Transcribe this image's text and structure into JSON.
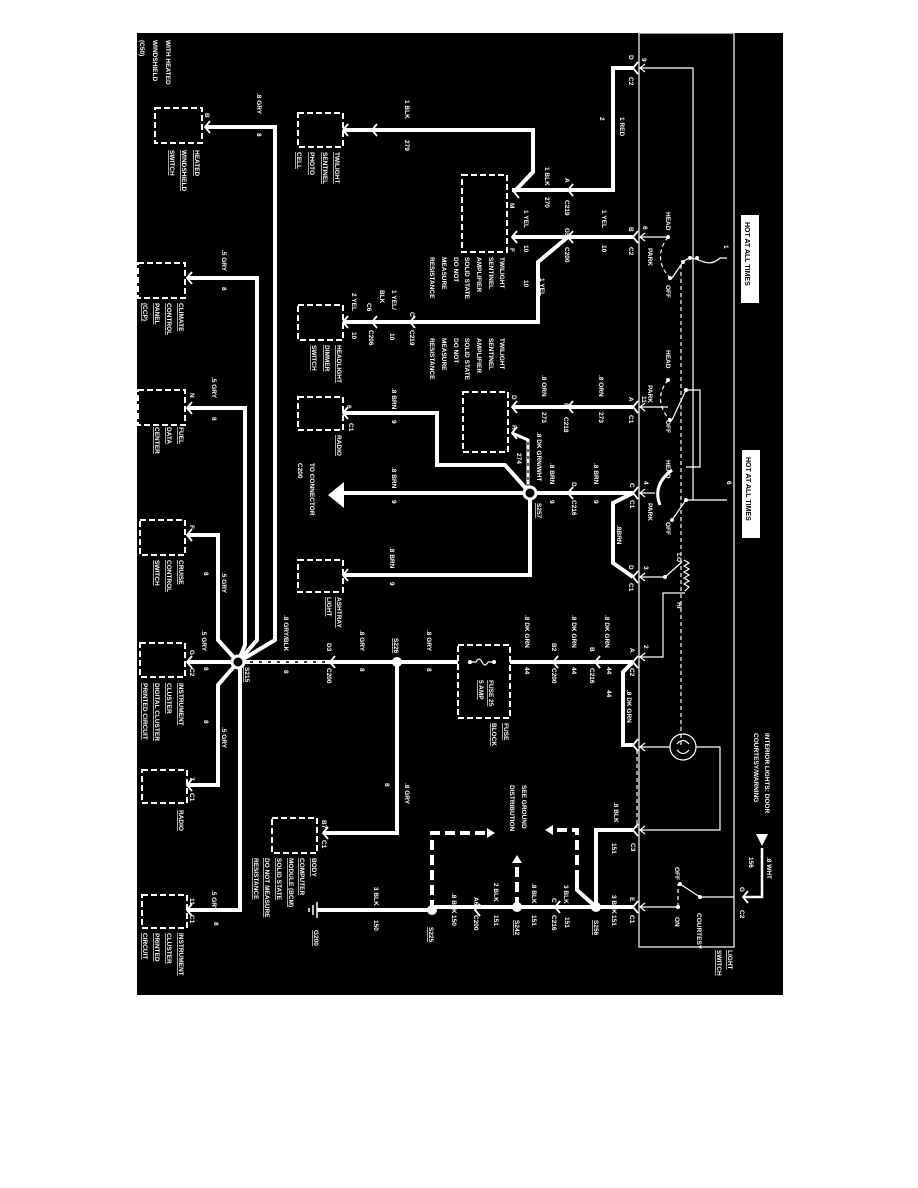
{
  "diagram": {
    "note": [
      "WITH HEATED",
      "WINDSHIELD",
      "(C50)"
    ],
    "hot_1": "HOT AT ALL TIMES",
    "hot_2": "HOT AT ALL TIMES",
    "interior": [
      "INTERIOR LIGHTS: DOOR",
      "COURTESY/WARNING"
    ],
    "light_switch": [
      "LIGHT",
      "SWITCH"
    ],
    "see_ground": [
      "SEE GROUND",
      "DISTRIBUTION"
    ],
    "to_connector": [
      "TO CONNECTOR",
      "C200"
    ],
    "arrow_a": "A"
  },
  "components": {
    "heated_switch": [
      "HEATED",
      "WINDSHIELD",
      "SWITCH"
    ],
    "photo_cell": [
      "TWILIGHT",
      "SENTINEL",
      "PHOTO",
      "CELL"
    ],
    "climate": [
      "CLIMATE",
      "CONTROL",
      "PANEL",
      "(CCP)"
    ],
    "fuel_data": [
      "FUEL",
      "DATA",
      "CENTER"
    ],
    "amp_1": [
      "TWILIGHT",
      "SENTINEL",
      "AMPLIFIER",
      "SOLID STATE",
      "DO NOT",
      "MEASURE",
      "RESISTANCE"
    ],
    "amp_2": [
      "TWILIGHT",
      "SENTINEL",
      "AMPLIFIER",
      "SOLID STATE",
      "DO NOT",
      "MEASURE",
      "RESISTANCE"
    ],
    "dimmer": [
      "HEADLIGHT",
      "DIMMER",
      "SWITCH"
    ],
    "radio_1": [
      "RADIO"
    ],
    "ashtray": [
      "ASHTRAY",
      "LIGHT"
    ],
    "cruise": [
      "CRUISE",
      "CONTROL",
      "SWITCH"
    ],
    "cluster_digital": [
      "INSTRUMENT",
      "CLUSTER",
      "DIGITAL CLUSTER",
      "PRINTED CIRCUIT"
    ],
    "radio_2": [
      "RADIO"
    ],
    "cluster_printed": [
      "INSTRUMENT",
      "CLUSTER",
      "PRINTED",
      "CIRCUIT"
    ],
    "bcm": [
      "BODY",
      "COMPUTER",
      "MODULE (BCM)",
      "SOLID STATE",
      "DO NOT MEASURE",
      "RESISTANCE"
    ],
    "fuse_block": [
      "FUSE",
      "BLOCK"
    ],
    "fuse": [
      "FUSE 25",
      "5 AMP"
    ]
  },
  "switch": {
    "positions": [
      "HEAD",
      "PARK",
      "OFF",
      "HEAD",
      "PARK",
      "OFF",
      "HEAD",
      "PARK",
      "OFF",
      "LO",
      "HI",
      "OFF",
      "ON",
      "COURTESY"
    ],
    "pins": [
      "9",
      "6",
      "1",
      "11",
      "4",
      "6",
      "3",
      "2"
    ]
  },
  "wire_labels": [
    ".8 GRY",
    "8",
    "1 BLK",
    "279",
    ".5 GRY",
    "8",
    ".5 GRY",
    "8",
    "1 BLK",
    "270",
    "1 YEL",
    "10",
    "10",
    "1 YEL",
    "1 YEL",
    "10",
    "2",
    "1 RED",
    "1 YEL/",
    "BLK",
    "10",
    "2 YEL",
    "10",
    ".8 BRN",
    "9",
    ".8 BRN",
    "9",
    ".8 ORN",
    "273",
    ".8 ORN",
    "273",
    "274",
    ".8 DK GRN/WHT",
    ".8 BRN",
    "9",
    ".8 BRN",
    "9",
    ".8BRN",
    ".8 DK GRN",
    "44",
    ".8 DK GRN",
    "44",
    ".8 DK GRN",
    "44",
    ".8 DK GRN",
    "44",
    ".8 BLK",
    "151",
    ".8 WHT",
    "156",
    "3 BLK",
    "151",
    "3 BLK",
    "151",
    ".8 BLK",
    "151",
    "2 BLK",
    "151",
    ".8 BLK",
    "150",
    "3 BLK",
    "150",
    ".8 GRY",
    "8",
    ".8 GRY/BLK",
    "8",
    ".8 GRY",
    "8",
    ".8 GRY",
    "8",
    ".8 BRN",
    "9",
    ".5 GRY",
    "8",
    ".5 GRY",
    "8",
    ".5 GRY",
    "8",
    ".5 GRY",
    "8"
  ],
  "connector_labels": [
    "B",
    "D",
    "C2",
    "A",
    "C219",
    "G5",
    "C200",
    "B",
    "C2",
    "M",
    "F",
    "C",
    "C219",
    "C6",
    "C206",
    "6",
    "C1",
    "D",
    "H",
    "F",
    "C218",
    "A",
    "C1",
    "D",
    "C216",
    "C",
    "C1",
    "D",
    "C1",
    "A",
    "C2",
    "B",
    "C216",
    "B2",
    "C200",
    "C3",
    "G",
    "C2",
    "E",
    "C1",
    "C",
    "C216",
    "A6",
    "C200",
    "N",
    "F",
    "G",
    "C2",
    "7",
    "C1",
    "11",
    "C1",
    "B7",
    "C1",
    "D3",
    "C200"
  ],
  "splices": [
    "S215",
    "S226",
    "S257",
    "S256",
    "S242",
    "S225",
    "G200"
  ]
}
